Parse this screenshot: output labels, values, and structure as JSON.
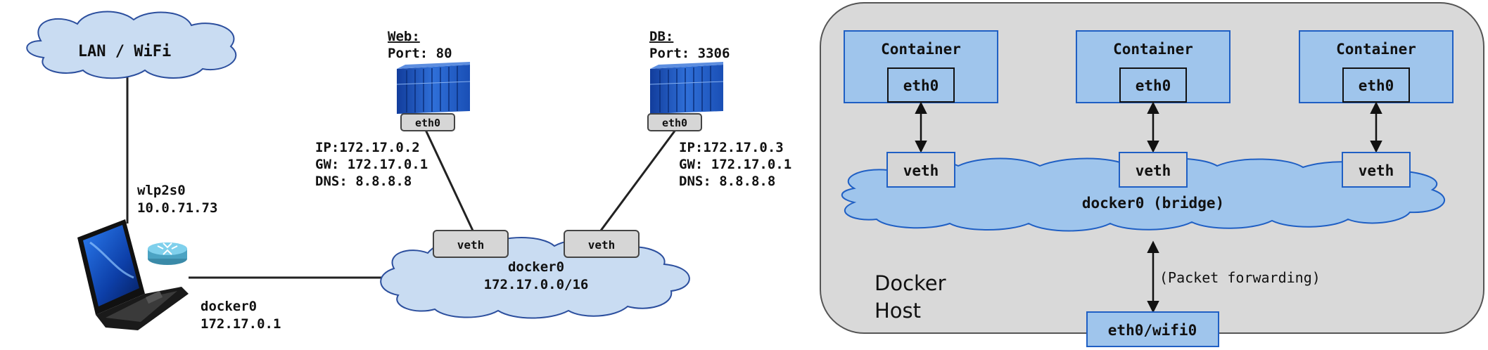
{
  "left": {
    "lan_cloud_label": "LAN / WiFi",
    "host_iface_name": "wlp2s0",
    "host_iface_ip": "10.0.71.73",
    "host_bridge_name": "docker0",
    "host_bridge_ip": "172.17.0.1",
    "bridge_cloud_line1": "docker0",
    "bridge_cloud_line2": "172.17.0.0/16",
    "web": {
      "title": "Web:",
      "port": "Port: 80",
      "eth_label": "eth0",
      "ip": "IP:172.17.0.2",
      "gw": "GW: 172.17.0.1",
      "dns": "DNS: 8.8.8.8"
    },
    "db": {
      "title": "DB:",
      "port": "Port: 3306",
      "eth_label": "eth0",
      "ip": "IP:172.17.0.3",
      "gw": "GW: 172.17.0.1",
      "dns": "DNS: 8.8.8.8"
    },
    "veth_left": "veth",
    "veth_right": "veth"
  },
  "right": {
    "host_label_line1": "Docker",
    "host_label_line2": "Host",
    "bridge_label": "docker0 (bridge)",
    "packet_forwarding": "(Packet forwarding)",
    "physical_iface": "eth0/wifi0",
    "containers": [
      {
        "title": "Container",
        "eth": "eth0",
        "veth": "veth"
      },
      {
        "title": "Container",
        "eth": "eth0",
        "veth": "veth"
      },
      {
        "title": "Container",
        "eth": "eth0",
        "veth": "veth"
      }
    ]
  },
  "colors": {
    "cloud_fill": "#c9dcf2",
    "cloud_stroke": "#2c4f9e",
    "blue_box": "#9fc5ec",
    "host_bg": "#d9d9d9",
    "container_blue": "#1f5fc4"
  }
}
